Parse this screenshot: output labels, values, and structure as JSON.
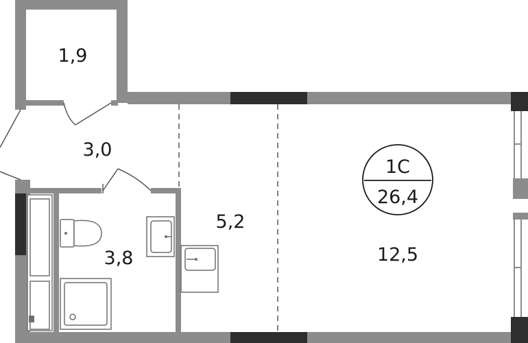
{
  "plan": {
    "colors": {
      "wall": "#8c8c8c",
      "window": "#2e2e2e",
      "line": "#555555",
      "fixture": "#6f6f6f",
      "background": "#ffffff"
    },
    "rooms": [
      {
        "id": "storage",
        "area": "1,9"
      },
      {
        "id": "hall",
        "area": "3,0"
      },
      {
        "id": "bathroom",
        "area": "3,8"
      },
      {
        "id": "kitchen",
        "area": "5,2"
      },
      {
        "id": "living",
        "area": "12,5"
      }
    ],
    "apartment": {
      "type": "1С",
      "total_area": "26,4"
    },
    "icons": [
      "bathtub-icon",
      "toilet-icon",
      "shower-tray-icon",
      "washbasin-icon",
      "kitchen-sink-icon"
    ]
  }
}
